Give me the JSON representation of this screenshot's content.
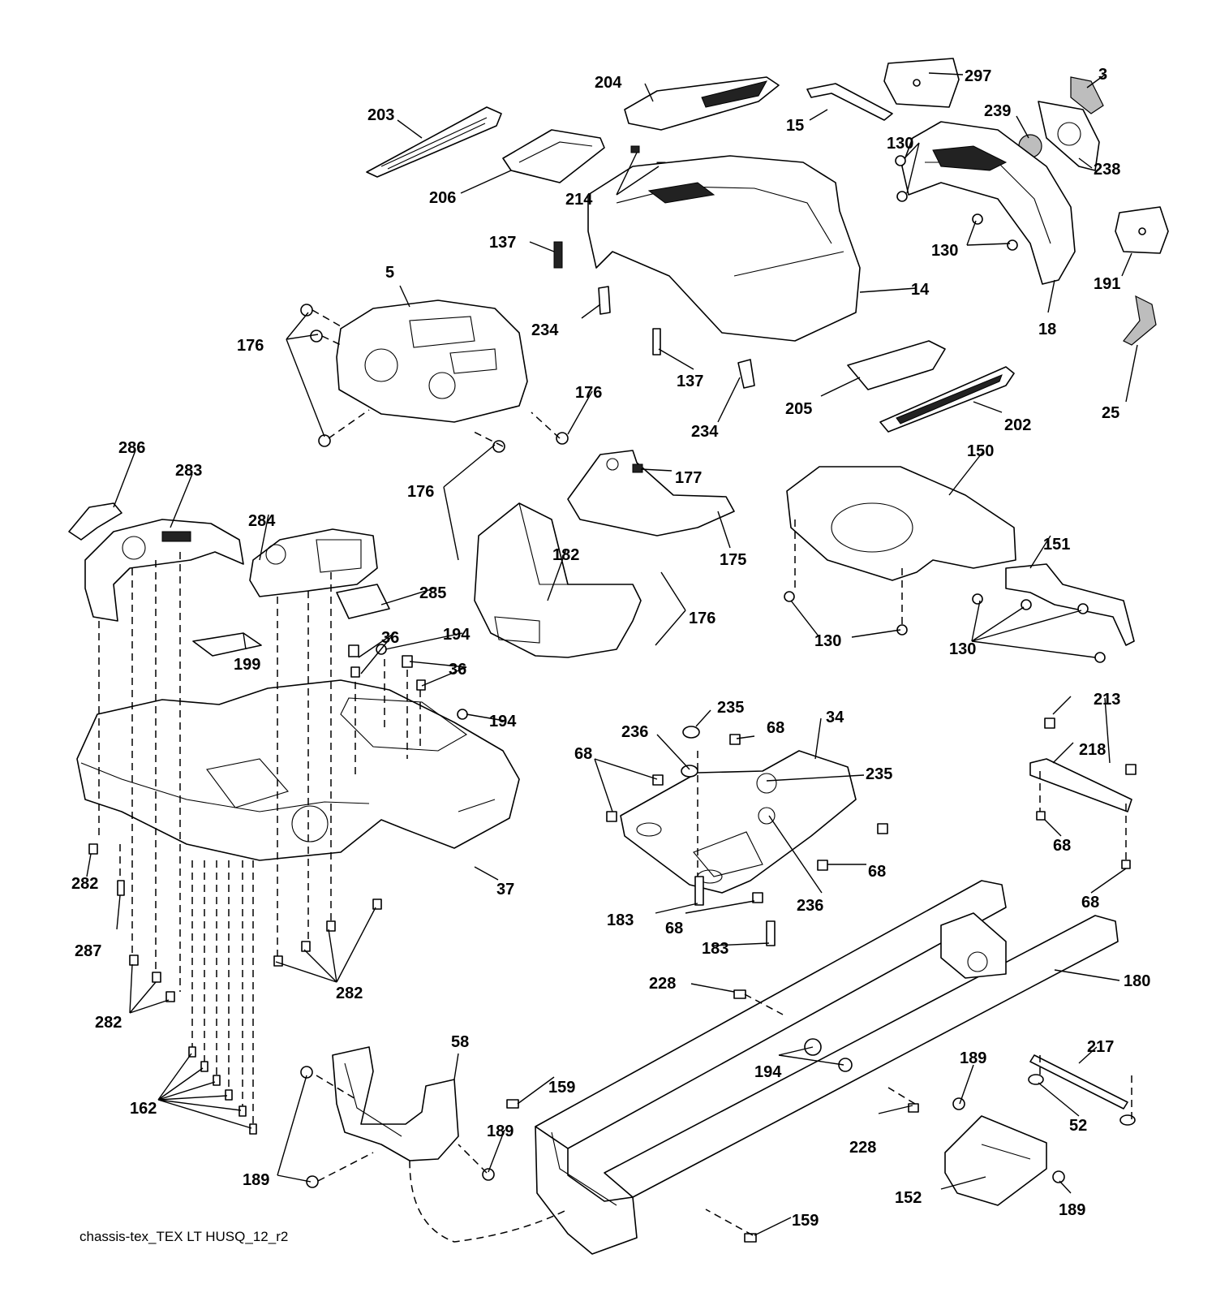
{
  "callouts": [
    {
      "id": "297",
      "label": "297"
    },
    {
      "id": "3",
      "label": "3"
    },
    {
      "id": "204",
      "label": "204"
    },
    {
      "id": "203",
      "label": "203"
    },
    {
      "id": "15",
      "label": "15"
    },
    {
      "id": "239",
      "label": "239"
    },
    {
      "id": "130a",
      "label": "130"
    },
    {
      "id": "238",
      "label": "238"
    },
    {
      "id": "206",
      "label": "206"
    },
    {
      "id": "214",
      "label": "214"
    },
    {
      "id": "137a",
      "label": "137"
    },
    {
      "id": "130b",
      "label": "130"
    },
    {
      "id": "191",
      "label": "191"
    },
    {
      "id": "5",
      "label": "5"
    },
    {
      "id": "14",
      "label": "14"
    },
    {
      "id": "18",
      "label": "18"
    },
    {
      "id": "234a",
      "label": "234"
    },
    {
      "id": "176a",
      "label": "176"
    },
    {
      "id": "137b",
      "label": "137"
    },
    {
      "id": "176b",
      "label": "176"
    },
    {
      "id": "25",
      "label": "25"
    },
    {
      "id": "205",
      "label": "205"
    },
    {
      "id": "202",
      "label": "202"
    },
    {
      "id": "234b",
      "label": "234"
    },
    {
      "id": "286",
      "label": "286"
    },
    {
      "id": "150",
      "label": "150"
    },
    {
      "id": "283",
      "label": "283"
    },
    {
      "id": "177",
      "label": "177"
    },
    {
      "id": "176c",
      "label": "176"
    },
    {
      "id": "284",
      "label": "284"
    },
    {
      "id": "151",
      "label": "151"
    },
    {
      "id": "182",
      "label": "182"
    },
    {
      "id": "175",
      "label": "175"
    },
    {
      "id": "285",
      "label": "285"
    },
    {
      "id": "176d",
      "label": "176"
    },
    {
      "id": "194a",
      "label": "194"
    },
    {
      "id": "36a",
      "label": "36"
    },
    {
      "id": "130c",
      "label": "130"
    },
    {
      "id": "130d",
      "label": "130"
    },
    {
      "id": "199",
      "label": "199"
    },
    {
      "id": "36b",
      "label": "36"
    },
    {
      "id": "235a",
      "label": "235"
    },
    {
      "id": "213",
      "label": "213"
    },
    {
      "id": "194b",
      "label": "194"
    },
    {
      "id": "34",
      "label": "34"
    },
    {
      "id": "236a",
      "label": "236"
    },
    {
      "id": "68a",
      "label": "68"
    },
    {
      "id": "68b",
      "label": "68"
    },
    {
      "id": "218",
      "label": "218"
    },
    {
      "id": "235b",
      "label": "235"
    },
    {
      "id": "68c",
      "label": "68"
    },
    {
      "id": "282a",
      "label": "282"
    },
    {
      "id": "37",
      "label": "37"
    },
    {
      "id": "68d",
      "label": "68"
    },
    {
      "id": "236b",
      "label": "236"
    },
    {
      "id": "68e",
      "label": "68"
    },
    {
      "id": "183a",
      "label": "183"
    },
    {
      "id": "68f",
      "label": "68"
    },
    {
      "id": "287",
      "label": "287"
    },
    {
      "id": "183b",
      "label": "183"
    },
    {
      "id": "228a",
      "label": "228"
    },
    {
      "id": "180",
      "label": "180"
    },
    {
      "id": "282b",
      "label": "282"
    },
    {
      "id": "282c",
      "label": "282"
    },
    {
      "id": "58",
      "label": "58"
    },
    {
      "id": "189a",
      "label": "189"
    },
    {
      "id": "217",
      "label": "217"
    },
    {
      "id": "194c",
      "label": "194"
    },
    {
      "id": "159a",
      "label": "159"
    },
    {
      "id": "162",
      "label": "162"
    },
    {
      "id": "189b",
      "label": "189"
    },
    {
      "id": "52",
      "label": "52"
    },
    {
      "id": "228b",
      "label": "228"
    },
    {
      "id": "189c",
      "label": "189"
    },
    {
      "id": "152",
      "label": "152"
    },
    {
      "id": "189d",
      "label": "189"
    },
    {
      "id": "159b",
      "label": "159"
    }
  ],
  "reference": "chassis-tex_TEX LT HUSQ_12_r2"
}
